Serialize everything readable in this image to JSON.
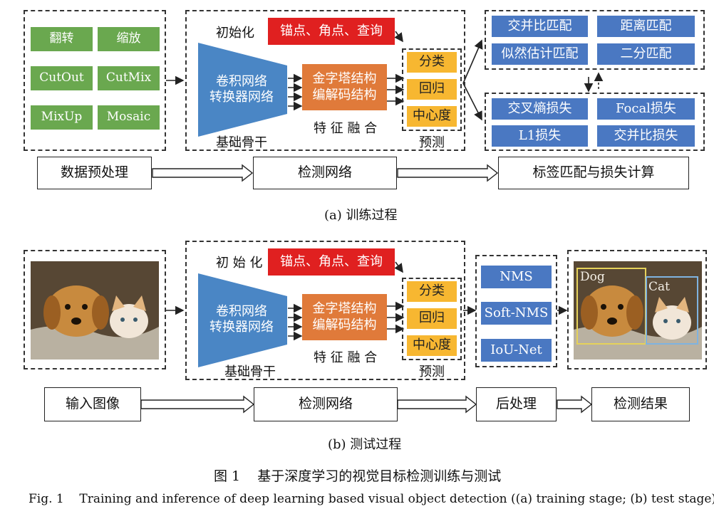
{
  "training": {
    "augment": [
      "翻转",
      "缩放",
      "CutOut",
      "CutMix",
      "MixUp",
      "Mosaic"
    ],
    "init_label": "初始化",
    "init_box": "锚点、角点、查询",
    "backbone_text": "卷积网络\n转换器网络",
    "backbone_label": "基础骨干",
    "fusion_text": "金字塔结构\n编解码结构",
    "fusion_label": "特 征 融 合",
    "predict": [
      "分类",
      "回归",
      "中心度"
    ],
    "predict_label": "预测",
    "matching": [
      "交并比匹配",
      "距离匹配",
      "似然估计匹配",
      "二分匹配"
    ],
    "losses": [
      "交叉熵损失",
      "Focal损失",
      "L1损失",
      "交并比损失"
    ],
    "stages": [
      "数据预处理",
      "检测网络",
      "标签匹配与损失计算"
    ],
    "caption": "(a) 训练过程"
  },
  "testing": {
    "init_label": "初 始 化",
    "init_box": "锚点、角点、查询",
    "backbone_text": "卷积网络\n转换器网络",
    "backbone_label": "基础骨干",
    "fusion_text": "金字塔结构\n编解码结构",
    "fusion_label": "特 征 融 合",
    "predict": [
      "分类",
      "回归",
      "中心度"
    ],
    "predict_label": "预测",
    "postprocess": [
      "NMS",
      "Soft-NMS",
      "IoU-Net"
    ],
    "detections": [
      "Dog",
      "Cat"
    ],
    "stages": [
      "输入图像",
      "检测网络",
      "后处理",
      "检测结果"
    ],
    "caption": "(b) 测试过程"
  },
  "figure": {
    "title_cn": "图 1    基于深度学习的视觉目标检测训练与测试",
    "title_en": "Fig. 1    Training and inference of deep learning based visual object detection ((a) training stage; (b) test stage)"
  },
  "colors": {
    "green": "#6aa84f",
    "blue": "#4a78c2",
    "red": "#e02020",
    "orange": "#e07a3a",
    "yellow": "#f7b731",
    "dog_box": "#e6d25a",
    "cat_box": "#7fb3e0"
  }
}
